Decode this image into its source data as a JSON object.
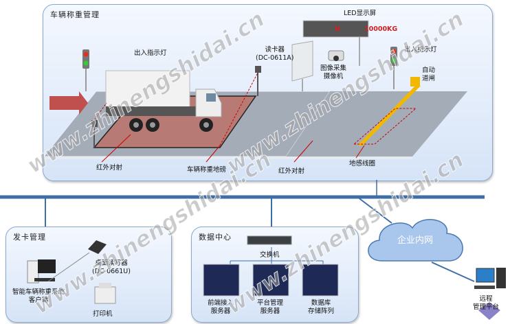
{
  "weighing": {
    "title": "车辆称重管理",
    "led_label": "LED显示屏",
    "led_text_left": "N",
    "led_text_right": "10000KG",
    "light_left": "出入指示灯",
    "light_right": "出入指示灯",
    "reader": "读卡器",
    "reader_model": "(DC-0611A)",
    "camera_1": "图像采集",
    "camera_2": "摄像机",
    "gate_1": "自动",
    "gate_2": "道闸",
    "ir_left": "红外对射",
    "scale": "车辆称重地磅",
    "ir_right": "红外对射",
    "loop": "地感线圈"
  },
  "card": {
    "title": "发卡管理",
    "desk_reader": "桌面读写器",
    "desk_reader_model": "(DC-0661U)",
    "client_1": "智能车辆称重系统",
    "client_2": "客户端",
    "printer": "打印机"
  },
  "datacenter": {
    "title": "数据中心",
    "switch": "交换机",
    "servers": [
      {
        "line1": "前端接入",
        "line2": "服务器"
      },
      {
        "line1": "平台管理",
        "line2": "服务器"
      },
      {
        "line1": "数据库",
        "line2": "存储阵列"
      }
    ]
  },
  "network": {
    "cloud": "企业内网",
    "remote_1": "远程",
    "remote_2": "管理平台"
  },
  "watermark": "www.zhinengshidai.cn",
  "colors": {
    "bus": "#3d6ea6",
    "pad": "#b87a74",
    "arrow": "#c0504d",
    "led_text": "#d02020",
    "gate": "#f2b800"
  }
}
